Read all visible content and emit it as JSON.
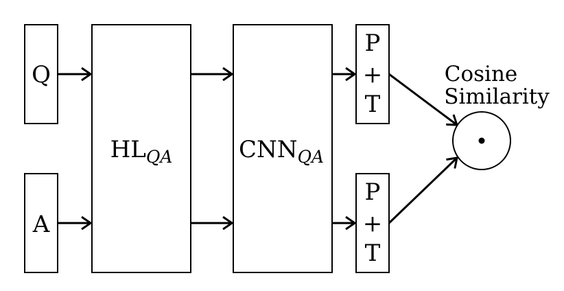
{
  "inputs": {
    "question": "Q",
    "answer": "A"
  },
  "hl_block": {
    "main": "HL",
    "subscript": "QA"
  },
  "cnn_block": {
    "main": "CNN",
    "subscript": "QA"
  },
  "pool_top": {
    "line1": "P",
    "line2": "+",
    "line3": "T"
  },
  "pool_bottom": {
    "line1": "P",
    "line2": "+",
    "line3": "T"
  },
  "similarity": {
    "line1": "Cosine",
    "line2": "Similarity",
    "symbol": "•"
  },
  "colors": {
    "stroke": "#000000",
    "background": "#ffffff"
  }
}
